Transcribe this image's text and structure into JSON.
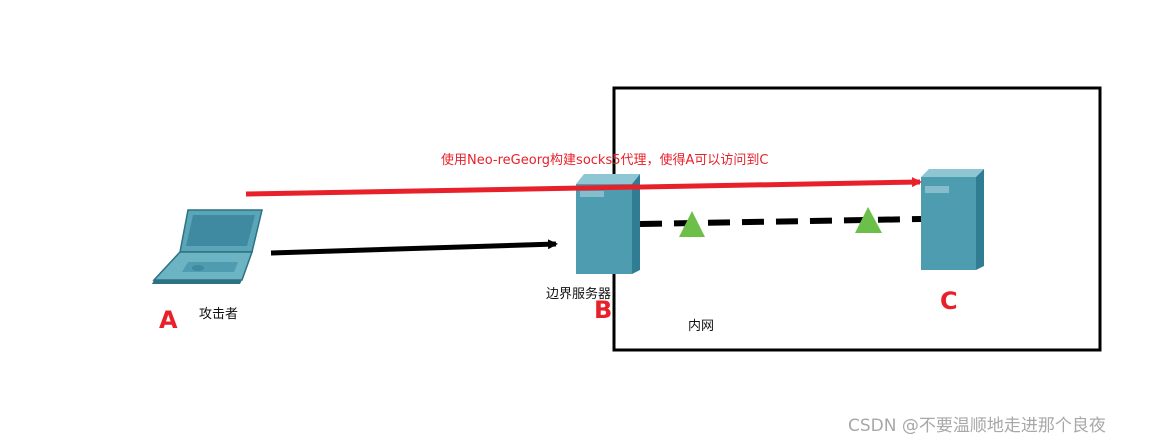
{
  "nodes": {
    "a": {
      "letter": "A",
      "caption": "攻击者"
    },
    "b": {
      "letter": "B",
      "caption": "边界服务器"
    },
    "c": {
      "letter": "C"
    }
  },
  "zone": {
    "caption": "内网"
  },
  "proxy_edge": {
    "label": "使用Neo-reGeorg构建socks5代理，使得A可以访问到C"
  },
  "colors": {
    "proxy_arrow": "#e8202a",
    "direct_arrow": "#000000",
    "intranet_link": "#000000",
    "triangle": "#6cc04a",
    "server_body": "#4e9cb0",
    "letters": "#e8202a"
  },
  "watermark": "CSDN @不要温顺地走进那个良夜"
}
